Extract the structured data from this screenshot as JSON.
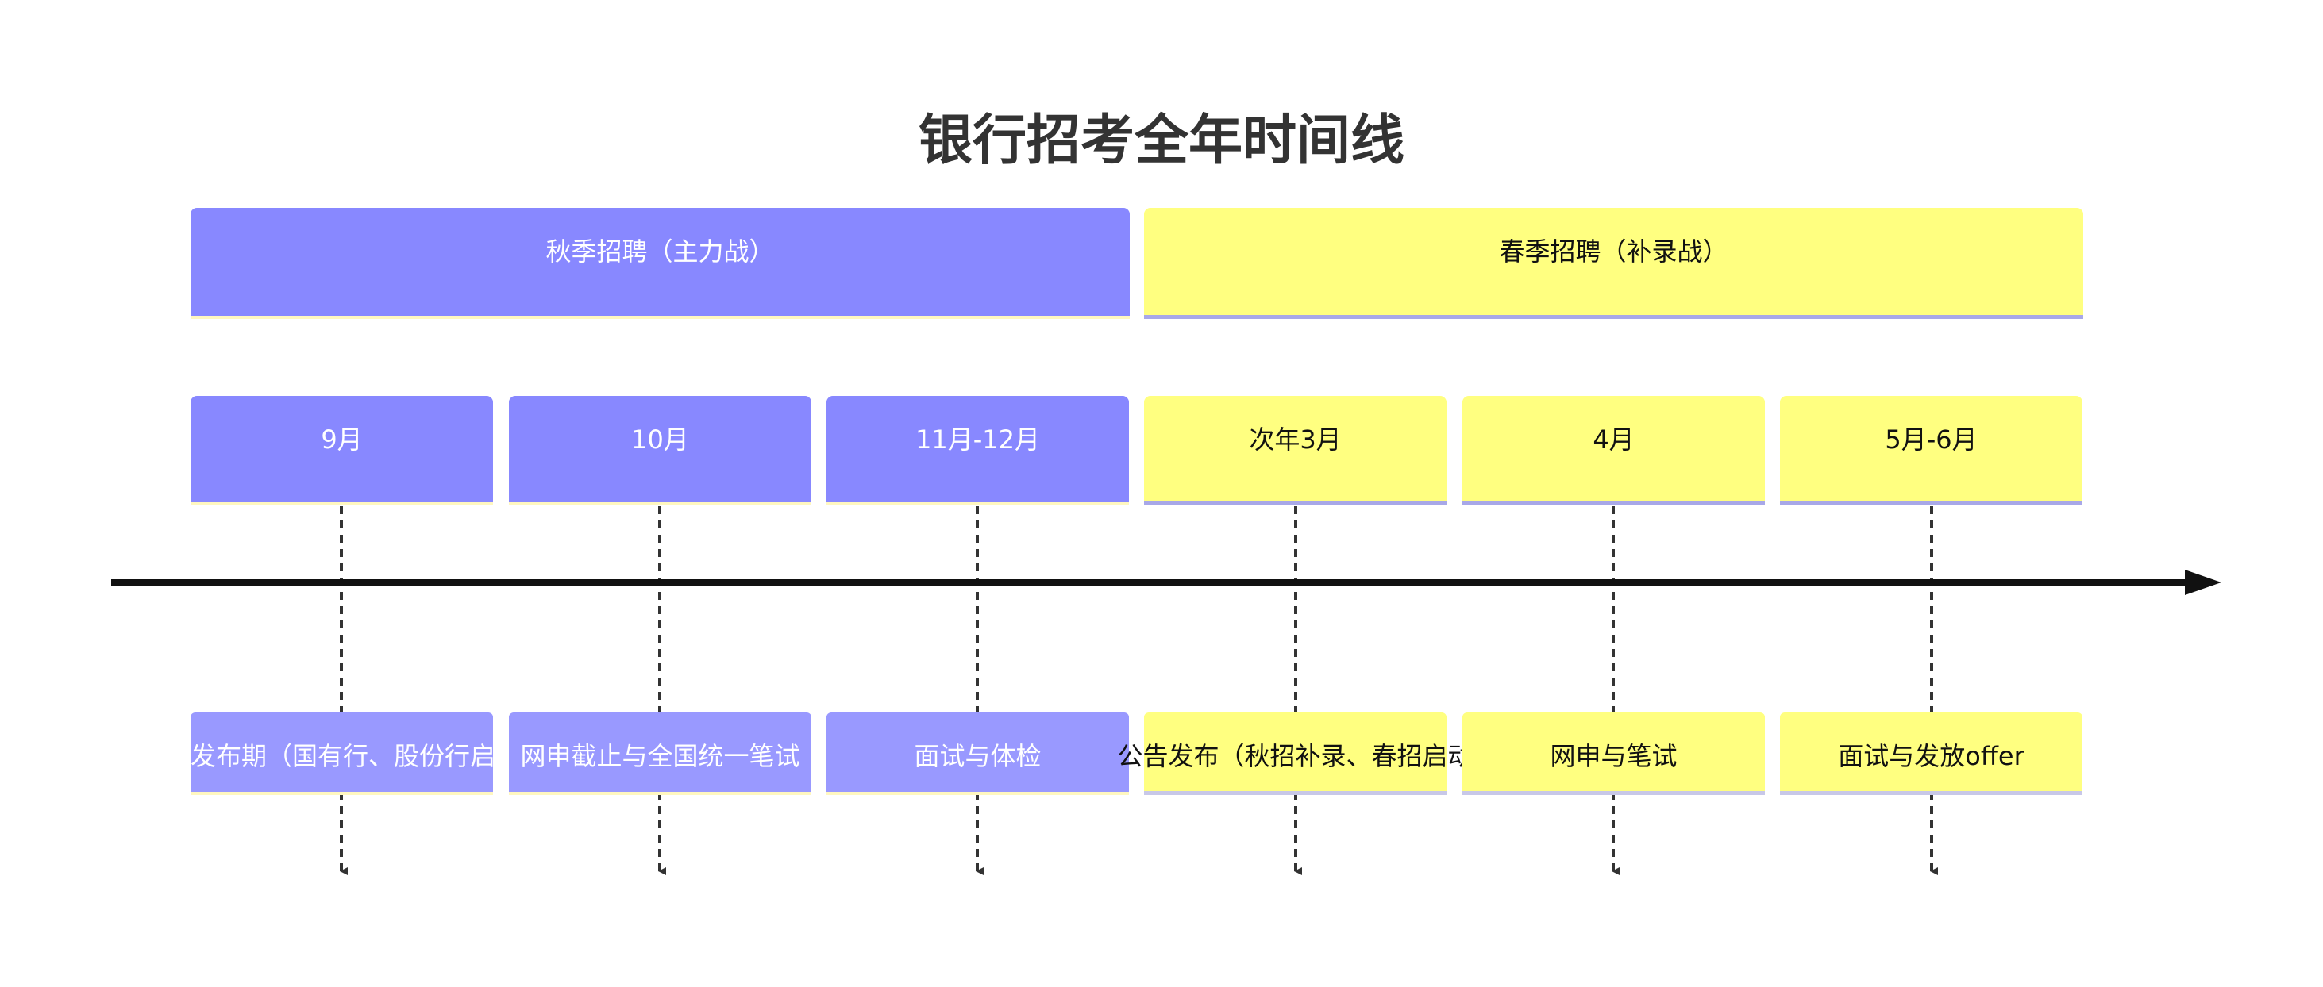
{
  "title": "银行招考全年时间线",
  "seasons": [
    {
      "label": "秋季招聘（主力战）",
      "color": "#8888ff"
    },
    {
      "label": "春季招聘（补录战）",
      "color": "#ffff80"
    }
  ],
  "months": [
    {
      "label": "9月",
      "event": "发布期（国有行、股份行启"
    },
    {
      "label": "10月",
      "event": "网申截止与全国统一笔试"
    },
    {
      "label": "11月-12月",
      "event": "面试与体检"
    },
    {
      "label": "次年3月",
      "event": "公告发布（秋招补录、春招启动"
    },
    {
      "label": "4月",
      "event": "网申与笔试"
    },
    {
      "label": "5月-6月",
      "event": "面试与发放offer"
    }
  ],
  "colors": {
    "axis": "#111111",
    "connector": "#333333",
    "autumn": "#8888ff",
    "spring": "#ffff80"
  }
}
